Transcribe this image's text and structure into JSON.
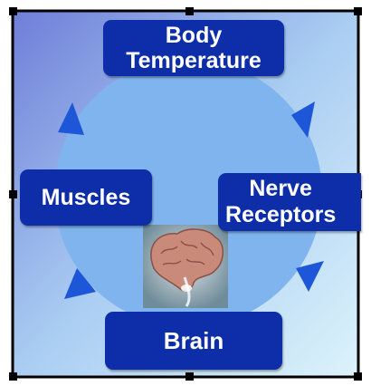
{
  "diagram": {
    "nodes": {
      "body_temperature": "Body\nTemperature",
      "muscles": "Muscles",
      "nerve_receptors": "Nerve\nReceptors",
      "brain": "Brain"
    },
    "flow": [
      "body_temperature",
      "nerve_receptors",
      "brain",
      "muscles"
    ],
    "images": {
      "brain_picture": "brain-image"
    },
    "colors": {
      "node_fill": "#0d2ea8",
      "node_text": "#ffffff",
      "cycle_circle": "#7fb4ee",
      "arrow": "#1e56d8",
      "frame": "#000000",
      "background_dark": "#6f7ed8",
      "background_light": "#dcf3fb"
    }
  }
}
